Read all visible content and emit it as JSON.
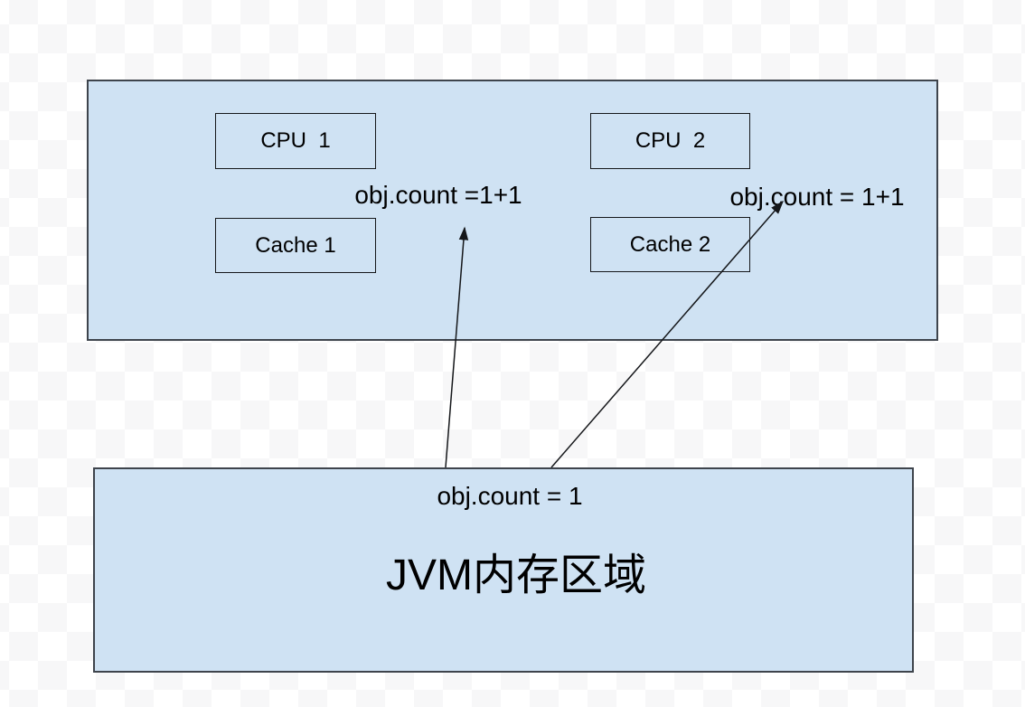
{
  "diagram": {
    "top_section": {
      "cpu1_label": "CPU  1",
      "cpu2_label": "CPU  2",
      "cache1_label": "Cache 1",
      "cache2_label": "Cache 2",
      "obj_count_left": "obj.count =1+1",
      "obj_count_right": "obj.count = 1+1"
    },
    "bottom_section": {
      "obj_count": "obj.count = 1",
      "title": "JVM内存区域"
    },
    "colors": {
      "box_fill": "#cfe2f3",
      "outer_border": "#3e444c",
      "inner_border": "#15171a",
      "text": "#000000",
      "arrow": "#15171a",
      "checker_light": "#f7f7f8",
      "background": "#ffffff"
    }
  }
}
